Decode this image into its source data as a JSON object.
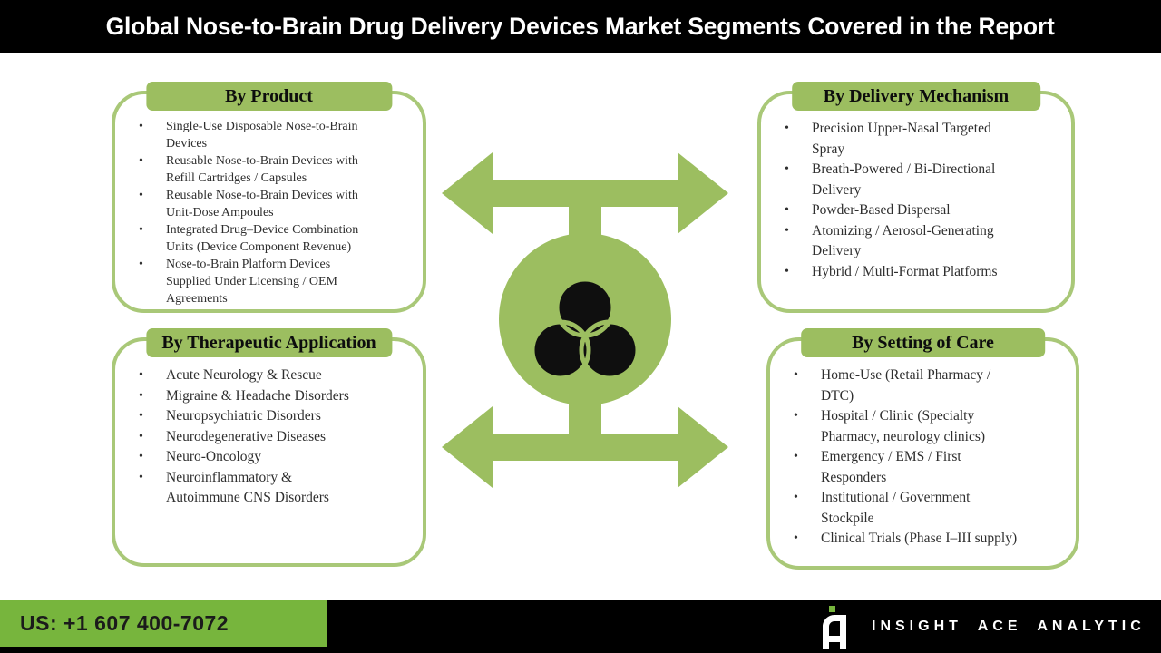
{
  "header": {
    "title": "Global Nose-to-Brain Drug Delivery Devices Market Segments Covered in the Report"
  },
  "boxes": [
    {
      "title": "By Product",
      "items": [
        "Single-Use Disposable Nose-to-Brain\nDevices",
        "Reusable Nose-to-Brain Devices with\nRefill Cartridges / Capsules",
        "Reusable Nose-to-Brain Devices with\nUnit-Dose Ampoules",
        "Integrated Drug–Device Combination\nUnits (Device Component Revenue)",
        "Nose-to-Brain Platform Devices\nSupplied Under Licensing / OEM\nAgreements"
      ]
    },
    {
      "title": "By Delivery Mechanism",
      "items": [
        "Precision Upper-Nasal Targeted\nSpray",
        "Breath-Powered / Bi-Directional\nDelivery",
        "Powder-Based Dispersal",
        "Atomizing / Aerosol-Generating\nDelivery",
        "Hybrid / Multi-Format Platforms"
      ]
    },
    {
      "title": "By Therapeutic Application",
      "items": [
        "Acute Neurology & Rescue",
        "Migraine & Headache Disorders",
        "Neuropsychiatric Disorders",
        "Neurodegenerative Diseases",
        "Neuro-Oncology",
        "Neuroinflammatory &\nAutoimmune CNS Disorders"
      ]
    },
    {
      "title": "By Setting of Care",
      "items": [
        "Home-Use (Retail Pharmacy /\nDTC)",
        "Hospital / Clinic (Specialty\nPharmacy, neurology clinics)",
        "Emergency / EMS / First\nResponders",
        "Institutional / Government\nStockpile",
        "Clinical Trials (Phase I–III supply)"
      ]
    }
  ],
  "center": {
    "icon": "venn-three-circles",
    "arrows": "double-headed-horizontal-top-and-bottom"
  },
  "footer": {
    "phone": "US: +1 607 400-7072",
    "brand": "INSIGHT ACE ANALYTIC"
  },
  "icons": {
    "bullet": "•"
  },
  "colors": {
    "olive_green": "#9cbe60",
    "box_border_green": "#a9c878",
    "footer_green": "#77b53d",
    "bar_black": "#000000",
    "body_text": "#2e2e2e",
    "title_text": "#ffffff"
  }
}
